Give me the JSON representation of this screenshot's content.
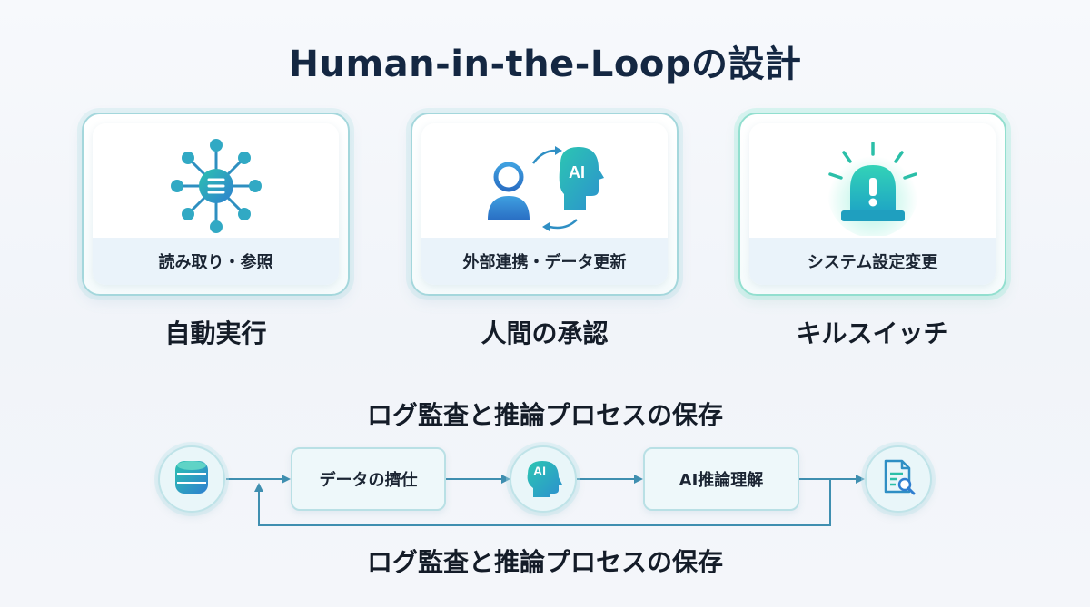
{
  "title": "Human-in-the-Loopの設計",
  "cards": [
    {
      "label": "読み取り・参照",
      "caption": "自動実行",
      "icon": "network-hub-icon"
    },
    {
      "label": "外部連携・データ更新",
      "caption": "人間の承認",
      "icon": "human-ai-exchange-icon"
    },
    {
      "label": "システム設定変更",
      "caption": "キルスイッチ",
      "icon": "alarm-light-icon"
    }
  ],
  "flow": {
    "heading_top": "ログ監査と推論プロセスの保存",
    "heading_bottom": "ログ監査と推論プロセスの保存",
    "step1": "データの擠仕",
    "ai_badge": "AI",
    "step2": "AI推論理解",
    "icons": [
      "database-icon",
      "ai-head-icon",
      "document-search-icon"
    ]
  },
  "colors": {
    "title": "#142742",
    "teal": "#2bb7a8",
    "blue": "#2f7fd0",
    "card_border": "#a4d7dc",
    "arrow": "#3f8fb0"
  }
}
